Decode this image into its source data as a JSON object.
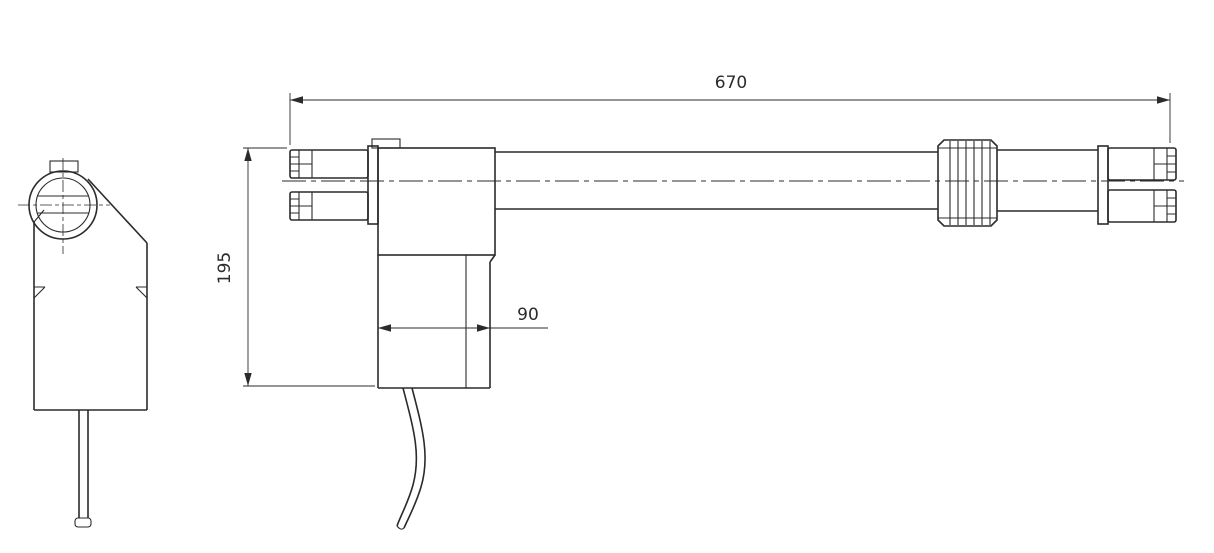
{
  "drawing": {
    "background": "#ffffff",
    "line_color": "#2b2b2b",
    "dimensions": {
      "overall_length": "670",
      "overall_height": "195",
      "body_width": "90"
    }
  }
}
